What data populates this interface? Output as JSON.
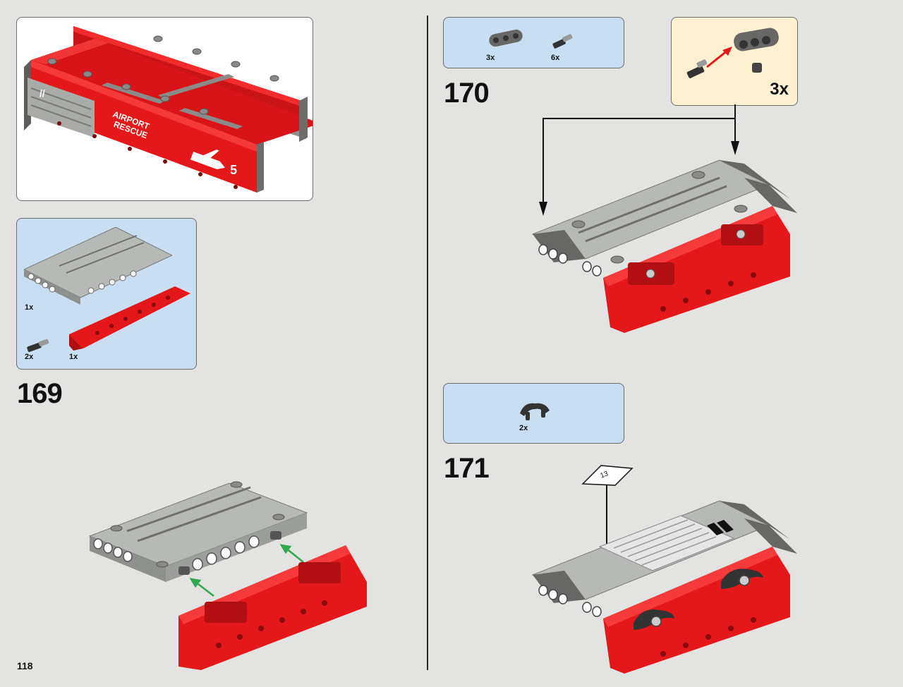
{
  "page_number": "118",
  "left": {
    "assembled_panel": {
      "decal_text_line1": "AIRPORT",
      "decal_text_line2": "RESCUE",
      "decal_number": "5",
      "decal_mark": "//"
    },
    "step": {
      "number": "169",
      "parts": [
        {
          "name": "grey-panel",
          "qty": "1x"
        },
        {
          "name": "pin-connector",
          "qty": "2x"
        },
        {
          "name": "red-panel",
          "qty": "1x"
        }
      ]
    }
  },
  "right": {
    "step170": {
      "number": "170",
      "parts": [
        {
          "name": "beam-3",
          "qty": "3x"
        },
        {
          "name": "axle-pin",
          "qty": "6x"
        }
      ],
      "subassembly_multiplier": "3x"
    },
    "step171": {
      "number": "171",
      "parts": [
        {
          "name": "handle-bracket",
          "qty": "2x"
        }
      ],
      "sticker_number": "13"
    }
  },
  "colors": {
    "page_bg": "#e3e3e1",
    "parts_panel_bg": "#c9def1",
    "subassembly_bg": "#fcf2d2",
    "brick_red": "#e4181b",
    "brick_grey": "#a9aba8",
    "dark_grey": "#676866",
    "arrow_green": "#2fa84f"
  }
}
